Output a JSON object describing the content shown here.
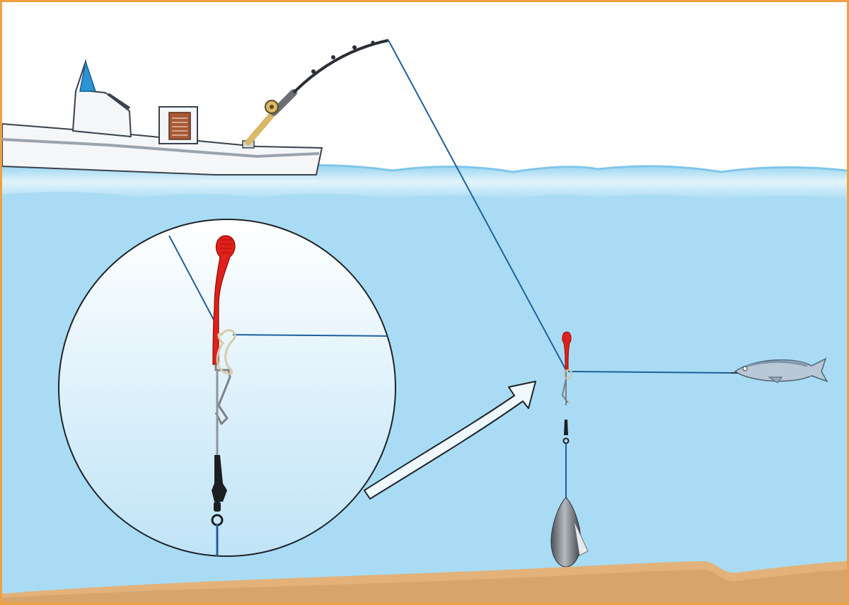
{
  "colors": {
    "frame": "#f0a040",
    "sky": "#ffffff",
    "water": "#a9dcf4",
    "water_surface": "#d9f1fb",
    "sand": "#e2b27a",
    "fishing_line": "#1f5f9e",
    "float": "#e0201a",
    "sinker": "#7a7f86",
    "boat_hull": "#f4f6f8",
    "boat_stripe": "#9aa3ad",
    "rod": "#2a2f36",
    "reel_handle": "#d9b86a",
    "bait_fish": "#b8c8d6"
  },
  "illustration": {
    "elements": [
      "boat",
      "fishing-rod",
      "reel",
      "fishing-line",
      "water-surface-waves",
      "sea-floor",
      "magnifier-circle",
      "red-float",
      "swivel",
      "pointer-arrow",
      "sinker",
      "bait-fish"
    ],
    "icons": {
      "float": "red-float-icon",
      "swivel": "swivel-icon",
      "sinker": "sinker-icon",
      "bait_fish": "fish-icon",
      "boat": "boat-icon",
      "rod": "fishing-rod-icon"
    }
  }
}
